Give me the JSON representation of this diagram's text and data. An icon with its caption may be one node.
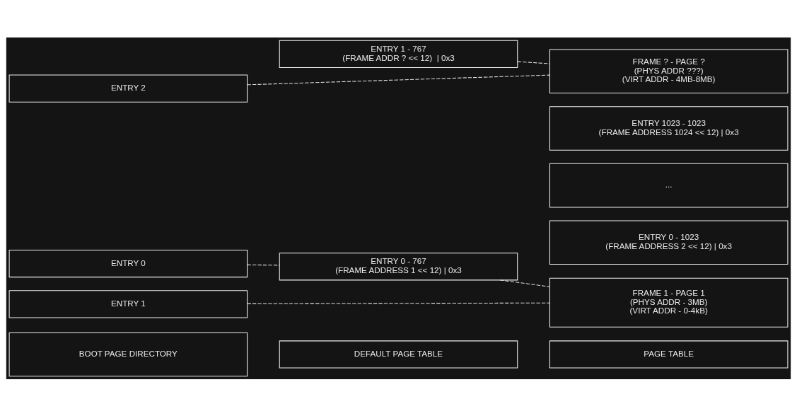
{
  "diagram": {
    "nodes": [
      {
        "text": [
          "BOOT PAGE DIRECTORY"
        ]
      },
      {
        "text": [
          "DEFAULT PAGE TABLE"
        ]
      },
      {
        "text": [
          "PAGE TABLE"
        ]
      },
      {
        "text": [
          "ENTRY 0"
        ]
      },
      {
        "text": [
          "ENTRY 0 - 767",
          "(FRAME ADDRESS 1 << 12) | 0x3"
        ]
      },
      {
        "text": [
          "FRAME 1 - PAGE 1",
          "(PHYS ADDR - 3MB)",
          "(VIRT ADDR - 0-4kB)"
        ]
      },
      {
        "text": [
          "ENTRY 1"
        ]
      },
      {
        "text": [
          "ENTRY 0 - 1023",
          "(FRAME ADDRESS 2 << 12) | 0x3"
        ]
      },
      {
        "text": [
          "..."
        ]
      },
      {
        "text": [
          "ENTRY 1023 - 1023",
          "(FRAME ADDRESS 1024 << 12) | 0x3"
        ]
      },
      {
        "text": [
          "ENTRY 1 - 767",
          "(FRAME ADDR ? << 12)  | 0x3"
        ]
      },
      {
        "text": [
          "FRAME ? - PAGE ?",
          "(PHYS ADDR ???)",
          "(VIRT ADDR - 4MB-8MB)"
        ]
      },
      {
        "text": [
          "ENTRY 2"
        ]
      }
    ],
    "edges": [
      {
        "from": 3,
        "to": 4,
        "arrow": "none",
        "style": "dashed"
      },
      {
        "from": 4,
        "to": 5,
        "arrow": "none",
        "style": "dashed"
      },
      {
        "from": 6,
        "to": 5,
        "arrow": "none",
        "style": "dashed"
      },
      {
        "from": 10,
        "to": 11,
        "arrow": "none",
        "style": "dashed"
      },
      {
        "from": 12,
        "to": 11,
        "arrow": "none",
        "style": "dashed"
      }
    ]
  }
}
